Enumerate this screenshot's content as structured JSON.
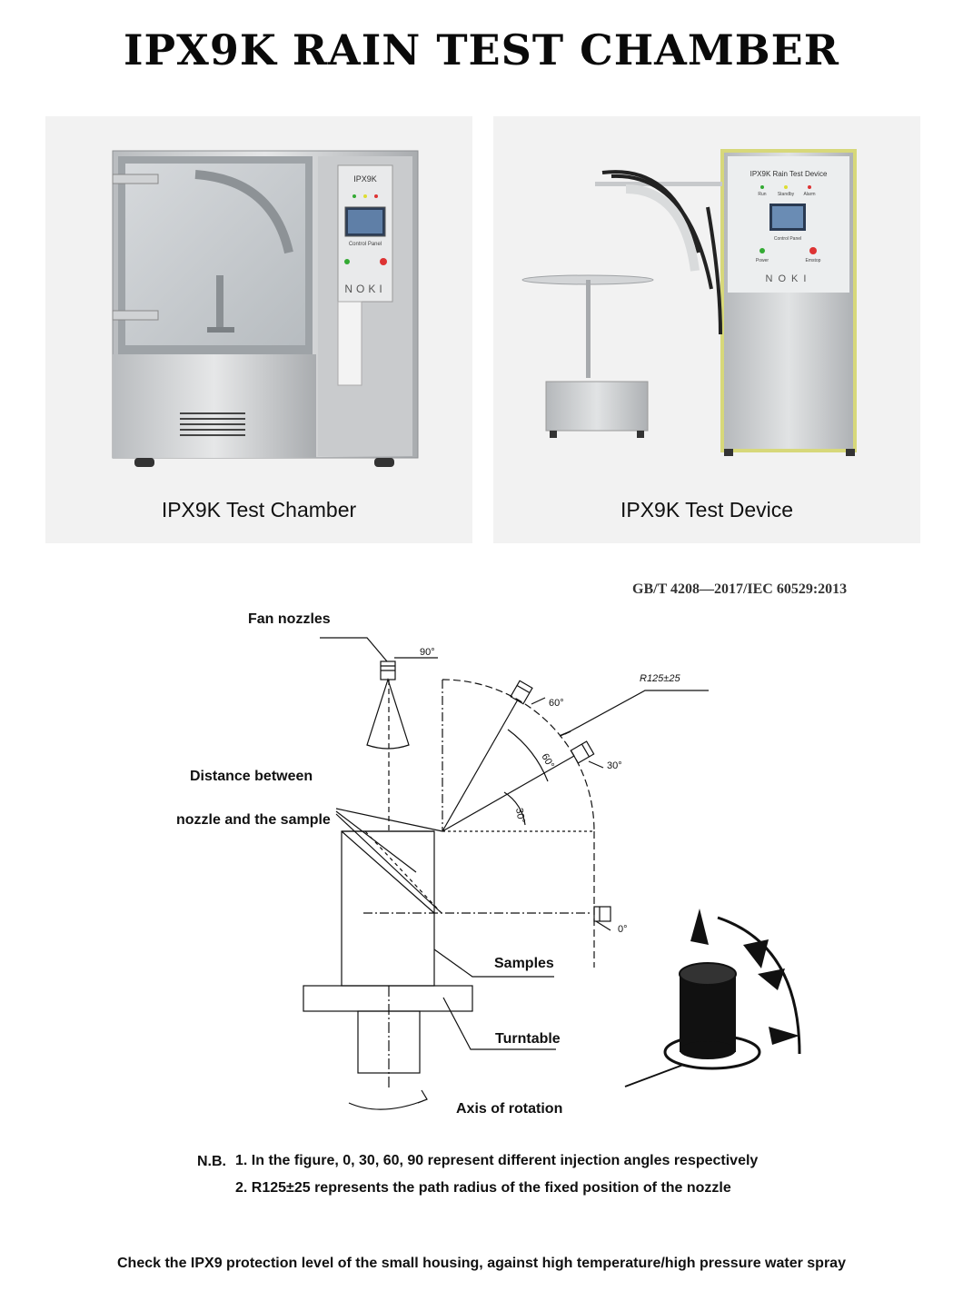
{
  "title": "IPX9K RAIN TEST CHAMBER",
  "photos": [
    {
      "caption": "IPX9K Test Chamber",
      "panel_label": "IPX9K",
      "panel_sub": "Control Panel",
      "brand": "NOKI"
    },
    {
      "caption": "IPX9K Test Device",
      "panel_label": "IPX9K Rain Test Device",
      "panel_sub": "Control Panel",
      "brand": "NOKI",
      "indicators": [
        "Run",
        "Standby",
        "Alarm"
      ],
      "buttons": [
        "Power",
        "Emstop"
      ]
    }
  ],
  "standard": "GB/T  4208—2017/IEC 60529:2013",
  "diagram": {
    "labels": {
      "fan_nozzles": "Fan nozzles",
      "distance_1": "Distance between",
      "distance_2": "nozzle and the sample",
      "samples": "Samples",
      "turntable": "Turntable",
      "axis": "Axis of rotation"
    },
    "angles": [
      "90°",
      "60°",
      "30°",
      "0°",
      "60°",
      "30°"
    ],
    "radius": "R125±25"
  },
  "notes": {
    "prefix": "N.B.",
    "items": [
      "1. In the figure, 0, 30, 60, 90 represent different injection angles respectively",
      "2. R125±25 represents the path radius of the fixed position of the nozzle"
    ]
  },
  "footer": "Check the IPX9 protection level of the small housing, against high temperature/high pressure water spray"
}
